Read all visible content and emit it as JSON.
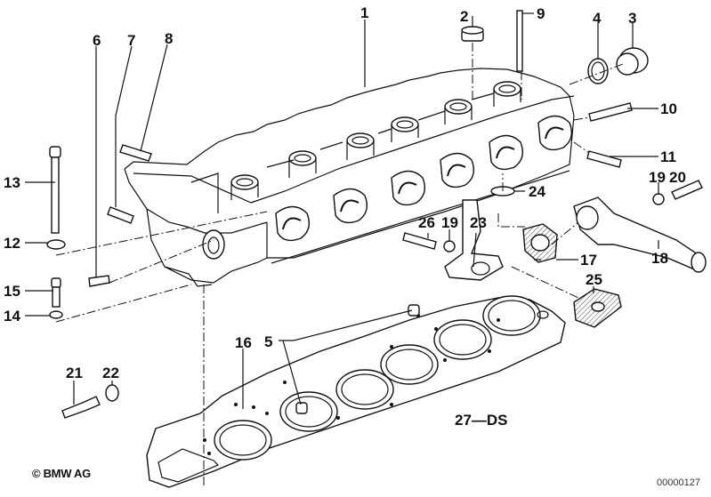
{
  "diagram": {
    "title": "Cylinder head exploded view",
    "callouts": [
      {
        "id": "1",
        "label": "1"
      },
      {
        "id": "2",
        "label": "2"
      },
      {
        "id": "3",
        "label": "3"
      },
      {
        "id": "4",
        "label": "4"
      },
      {
        "id": "5",
        "label": "5"
      },
      {
        "id": "6",
        "label": "6"
      },
      {
        "id": "7",
        "label": "7"
      },
      {
        "id": "8",
        "label": "8"
      },
      {
        "id": "9",
        "label": "9"
      },
      {
        "id": "10",
        "label": "10"
      },
      {
        "id": "11",
        "label": "11"
      },
      {
        "id": "12",
        "label": "12"
      },
      {
        "id": "13",
        "label": "13"
      },
      {
        "id": "14",
        "label": "14"
      },
      {
        "id": "15",
        "label": "15"
      },
      {
        "id": "16",
        "label": "16"
      },
      {
        "id": "17",
        "label": "17"
      },
      {
        "id": "18",
        "label": "18"
      },
      {
        "id": "19a",
        "label": "19"
      },
      {
        "id": "20",
        "label": "20"
      },
      {
        "id": "19b",
        "label": "19"
      },
      {
        "id": "21",
        "label": "21"
      },
      {
        "id": "22",
        "label": "22"
      },
      {
        "id": "23",
        "label": "23"
      },
      {
        "id": "24",
        "label": "24"
      },
      {
        "id": "25",
        "label": "25"
      },
      {
        "id": "26",
        "label": "26"
      }
    ],
    "gasket_label": "27—DS",
    "copyright": "© BMW AG",
    "doc_id": "00000127"
  }
}
